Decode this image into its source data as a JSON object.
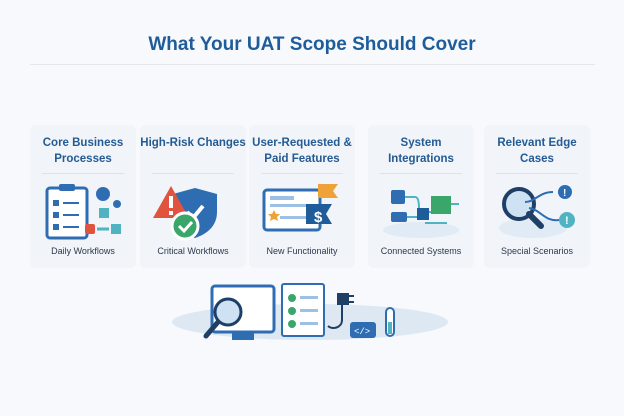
{
  "title": "What Your UAT Scope Should Cover",
  "cards": [
    {
      "title": "Core Business Processes",
      "subtitle": "Daily Workflows",
      "icon": "clipboard-workflow-icon"
    },
    {
      "title": "High-Risk Changes",
      "subtitle": "Critical Workflows",
      "icon": "warning-shield-icon"
    },
    {
      "title": "User-Requested & Paid Features",
      "subtitle": "New Functionality",
      "icon": "feature-dollar-icon"
    },
    {
      "title": "System Integrations",
      "subtitle": "Connected Systems",
      "icon": "integration-icon"
    },
    {
      "title": "Relevant Edge Cases",
      "subtitle": "Special Scenarios",
      "icon": "magnifier-alert-icon"
    }
  ],
  "colors": {
    "title": "#1f5c9a",
    "blue": "#2f6db3",
    "red": "#e0533f",
    "green": "#3aa66a",
    "orange": "#f0a23a",
    "teal": "#4fb3c2"
  }
}
